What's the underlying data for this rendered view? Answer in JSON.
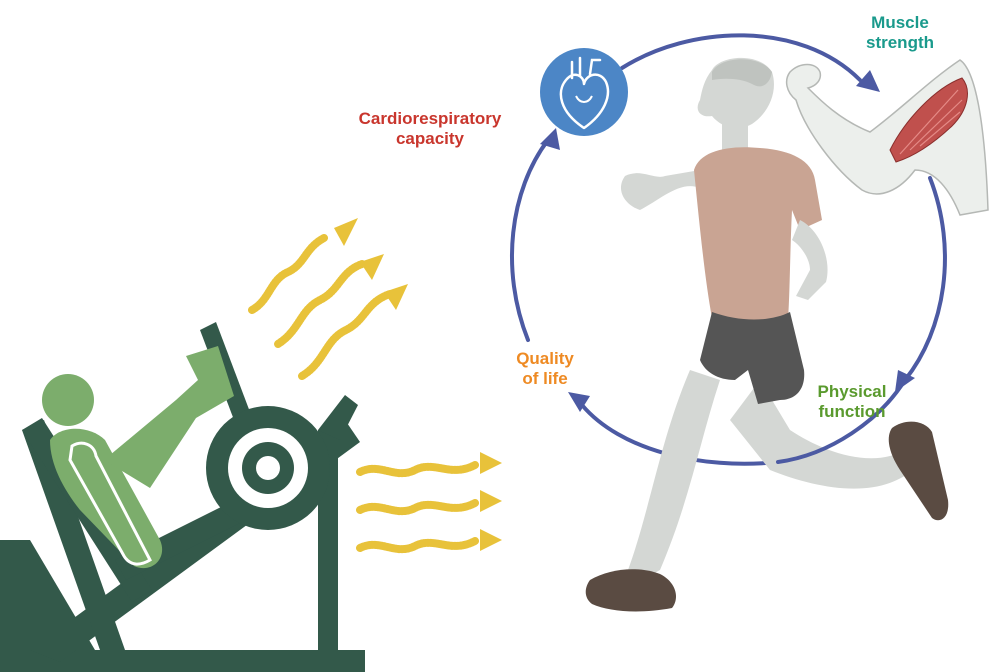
{
  "labels": {
    "muscle": {
      "line1": "Muscle",
      "line2": "strength",
      "color": "#1a9a8c"
    },
    "cardio": {
      "line1": "Cardiorespiratory",
      "line2": "capacity",
      "color": "#c9362d"
    },
    "quality": {
      "line1": "Quality",
      "line2": "of life",
      "color": "#ee8a23"
    },
    "physical": {
      "line1": "Physical",
      "line2": "function",
      "color": "#5a9a2e"
    }
  },
  "colors": {
    "cycle_arrow": "#4c5aa3",
    "machine": "#33594a",
    "exerciser": "#7cad6c",
    "energy_wave": "#e8c23a",
    "heart_circle": "#4c86c6",
    "skin": "#d4d7d4",
    "shirt": "#c9a493",
    "shorts": "#555555",
    "shoe": "#5a4b42",
    "muscle": "#c0504d"
  },
  "icons": [
    "heart-icon",
    "flexed-arm-icon",
    "leg-press-machine-icon",
    "runner-icon",
    "energy-wave-icon"
  ]
}
